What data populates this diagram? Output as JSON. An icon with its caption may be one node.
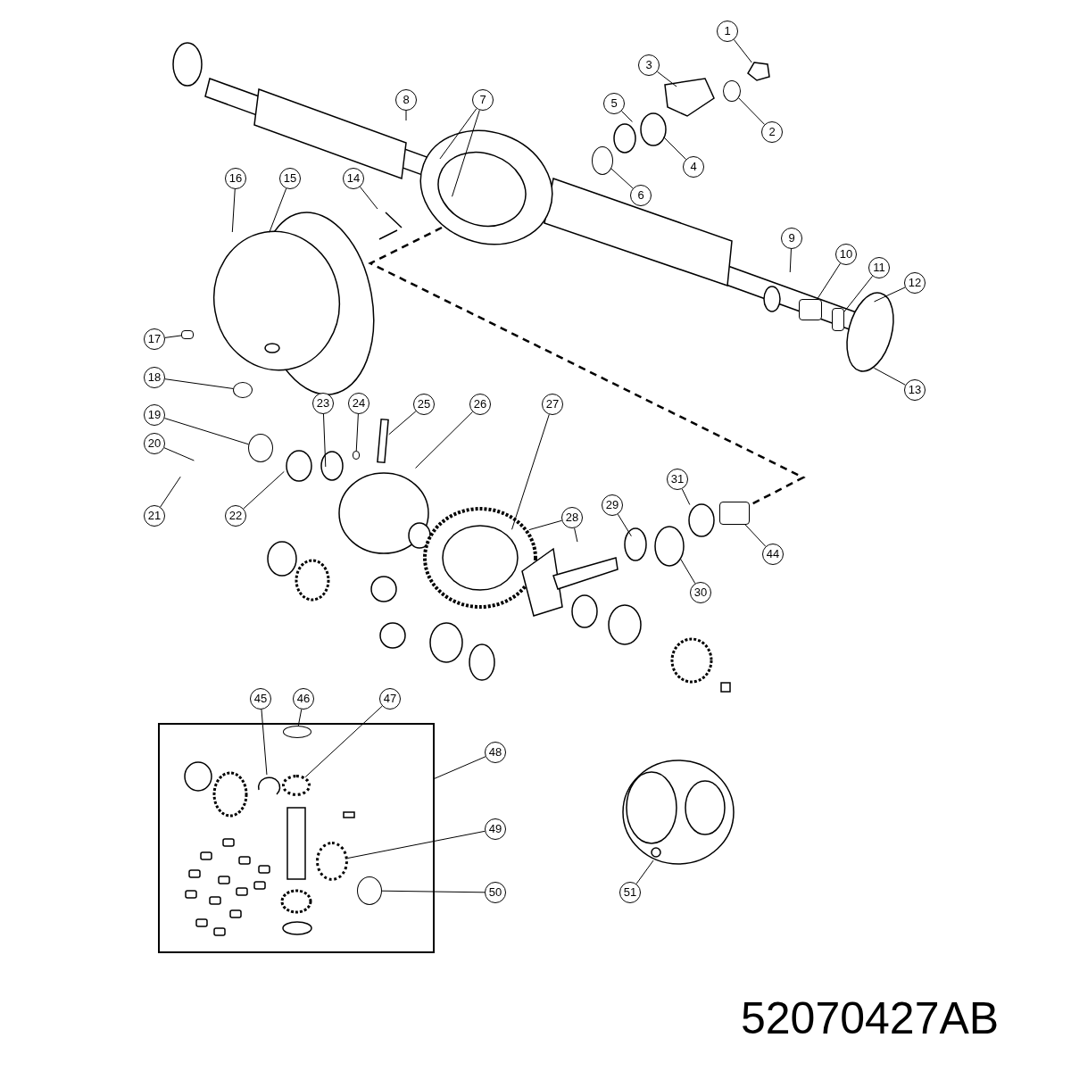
{
  "diagram": {
    "nodes": [
      {
        "text": [
          "1"
        ]
      },
      {
        "text": [
          "2"
        ]
      },
      {
        "text": [
          "3"
        ]
      },
      {
        "text": [
          "4"
        ]
      },
      {
        "text": [
          "5"
        ]
      },
      {
        "text": [
          "6"
        ]
      },
      {
        "text": [
          "7"
        ]
      },
      {
        "text": [
          "8"
        ]
      },
      {
        "text": [
          "9"
        ]
      },
      {
        "text": [
          "10"
        ]
      },
      {
        "text": [
          "11"
        ]
      },
      {
        "text": [
          "12"
        ]
      },
      {
        "text": [
          "13"
        ]
      },
      {
        "text": [
          "14"
        ]
      },
      {
        "text": [
          "15"
        ]
      },
      {
        "text": [
          "16"
        ]
      },
      {
        "text": [
          "17"
        ]
      },
      {
        "text": [
          "18"
        ]
      },
      {
        "text": [
          "19"
        ]
      },
      {
        "text": [
          "20"
        ]
      },
      {
        "text": [
          "21"
        ]
      },
      {
        "text": [
          "22"
        ]
      },
      {
        "text": [
          "23"
        ]
      },
      {
        "text": [
          "24"
        ]
      },
      {
        "text": [
          "25"
        ]
      },
      {
        "text": [
          "26"
        ]
      },
      {
        "text": [
          "27"
        ]
      },
      {
        "text": [
          "28"
        ]
      },
      {
        "text": [
          "29"
        ]
      },
      {
        "text": [
          "30"
        ]
      },
      {
        "text": [
          "31"
        ]
      },
      {
        "text": [
          "44"
        ]
      },
      {
        "text": [
          "45"
        ]
      },
      {
        "text": [
          "46"
        ]
      },
      {
        "text": [
          "47"
        ]
      },
      {
        "text": [
          "48"
        ]
      },
      {
        "text": [
          "49"
        ]
      },
      {
        "text": [
          "50"
        ]
      },
      {
        "text": [
          "51"
        ]
      },
      {
        "text": [],
        "shape": "box"
      },
      {
        "text": [],
        "shape": "picture",
        "in": 39
      },
      {
        "text": [],
        "shape": "circle",
        "in": 39
      },
      {
        "text": [],
        "shape": "gear",
        "in": 39
      },
      {
        "text": [],
        "shape": "gear",
        "in": 39
      },
      {
        "text": [],
        "shape": "circle",
        "in": 39
      },
      {
        "text": [],
        "shape": "picture"
      },
      {
        "text": [],
        "shape": "circle"
      },
      {
        "text": [],
        "shape": "circle"
      },
      {
        "text": [],
        "shape": "cylinder"
      },
      {
        "text": [],
        "shape": "cylinder"
      },
      {
        "text": [],
        "shape": "picture"
      },
      {
        "text": [],
        "shape": "cylinder"
      },
      {
        "text": [],
        "shape": "circle"
      },
      {
        "text": [],
        "shape": "circle"
      },
      {
        "text": [],
        "shape": "cylinder"
      },
      {
        "text": [],
        "shape": "cylinder"
      }
    ],
    "edges": [
      {
        "from": 0,
        "to": 45,
        "arrow": "none"
      },
      {
        "from": 1,
        "to": 46,
        "arrow": "none"
      },
      {
        "from": 2,
        "to": null,
        "arrow": "none"
      },
      {
        "from": 3,
        "to": null,
        "arrow": "none"
      },
      {
        "from": 4,
        "to": null,
        "arrow": "none"
      },
      {
        "from": 5,
        "to": 47,
        "arrow": "none"
      },
      {
        "from": 6,
        "to": null,
        "arrow": "none"
      },
      {
        "from": 6,
        "to": null,
        "arrow": "none"
      },
      {
        "from": 7,
        "to": null,
        "arrow": "none"
      },
      {
        "from": 8,
        "to": null,
        "arrow": "none"
      },
      {
        "from": 9,
        "to": 48,
        "arrow": "none"
      },
      {
        "from": 10,
        "to": 49,
        "arrow": "none"
      },
      {
        "from": 11,
        "to": null,
        "arrow": "none"
      },
      {
        "from": 12,
        "to": null,
        "arrow": "none"
      },
      {
        "from": 13,
        "to": 50,
        "arrow": "none"
      },
      {
        "from": 14,
        "to": null,
        "arrow": "none"
      },
      {
        "from": 15,
        "to": null,
        "arrow": "none"
      },
      {
        "from": 16,
        "to": 51,
        "arrow": "none"
      },
      {
        "from": 17,
        "to": 52,
        "arrow": "none"
      },
      {
        "from": 18,
        "to": 53,
        "arrow": "none"
      },
      {
        "from": 19,
        "to": null,
        "arrow": "none"
      },
      {
        "from": 20,
        "to": null,
        "arrow": "none"
      },
      {
        "from": 21,
        "to": null,
        "arrow": "none"
      },
      {
        "from": 22,
        "to": null,
        "arrow": "none"
      },
      {
        "from": 23,
        "to": 54,
        "arrow": "none"
      },
      {
        "from": 24,
        "to": null,
        "arrow": "none"
      },
      {
        "from": 25,
        "to": null,
        "arrow": "none"
      },
      {
        "from": 26,
        "to": null,
        "arrow": "none"
      },
      {
        "from": 27,
        "to": null,
        "arrow": "none"
      },
      {
        "from": 27,
        "to": null,
        "arrow": "none"
      },
      {
        "from": 28,
        "to": null,
        "arrow": "none"
      },
      {
        "from": 29,
        "to": null,
        "arrow": "none"
      },
      {
        "from": 30,
        "to": null,
        "arrow": "none"
      },
      {
        "from": 31,
        "to": 55,
        "arrow": "none"
      },
      {
        "from": 32,
        "to": 40,
        "arrow": "none"
      },
      {
        "from": 33,
        "to": 41,
        "arrow": "none"
      },
      {
        "from": 34,
        "to": 42,
        "arrow": "none"
      },
      {
        "from": 35,
        "to": 39,
        "arrow": "none"
      },
      {
        "from": 36,
        "to": 43,
        "arrow": "none"
      },
      {
        "from": 37,
        "to": 44,
        "arrow": "none"
      },
      {
        "from": 38,
        "to": null,
        "arrow": "none"
      }
    ],
    "labels": [
      "52070427AB"
    ]
  }
}
